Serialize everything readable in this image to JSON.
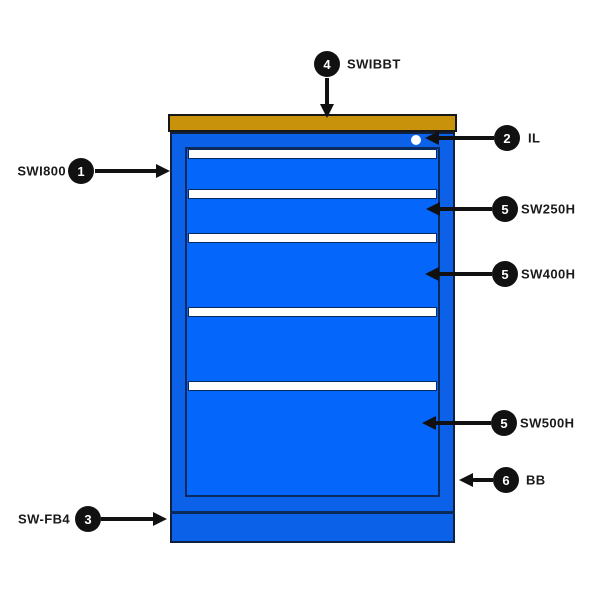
{
  "diagram": {
    "type": "parts-callout-diagram",
    "subject": "drawer-cabinet"
  },
  "palette": {
    "background": "#ffffff",
    "cabinet_body_blue": "#0b62e8",
    "drawer_face_blue": "#0566fb",
    "worktop_gold": "#c8930b",
    "outline_navy": "#0a2a5e",
    "callout_black": "#111111",
    "handle_white": "#ffffff"
  },
  "cabinet": {
    "drawer_count": 5,
    "parts_visible": [
      "worktop",
      "lock-dot",
      "drawer-handles",
      "plinth-base"
    ]
  },
  "callouts": {
    "cabinet": {
      "number": "1",
      "label": "SWI800"
    },
    "lock": {
      "number": "2",
      "label": "IL"
    },
    "forklift_base": {
      "number": "3",
      "label": "SW-FB4"
    },
    "worktop": {
      "number": "4",
      "label": "SWIBBT"
    },
    "drawer_250": {
      "number": "5",
      "label": "SW250H"
    },
    "drawer_400": {
      "number": "5",
      "label": "SW400H"
    },
    "drawer_500": {
      "number": "5",
      "label": "SW500H"
    },
    "base": {
      "number": "6",
      "label": "BB"
    }
  }
}
